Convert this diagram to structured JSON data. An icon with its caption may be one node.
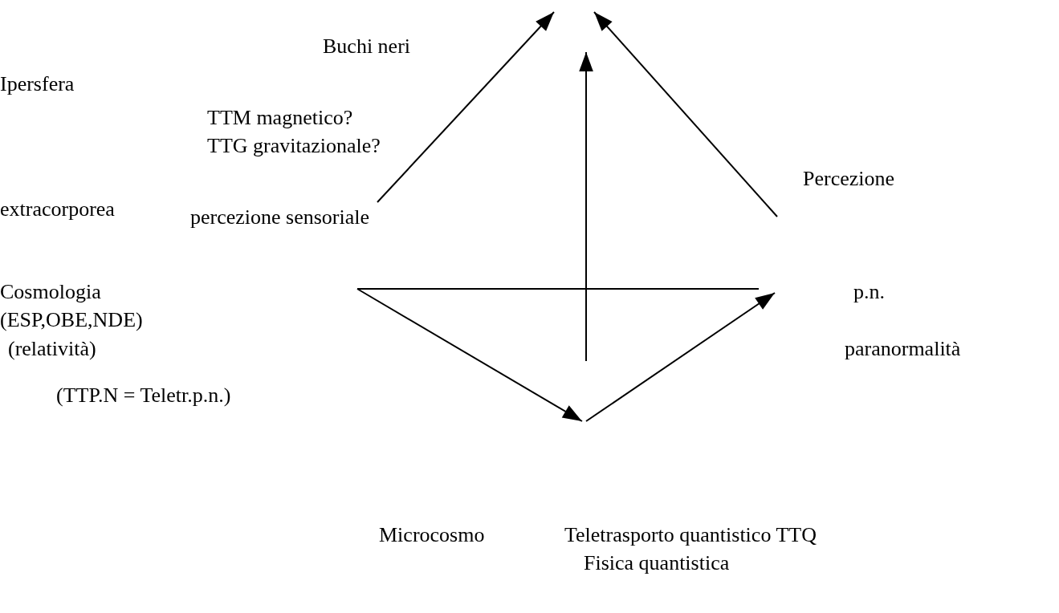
{
  "diagram": {
    "labels": [
      "Buchi neri",
      "Ipersfera",
      "TTM magnetico?",
      "TTG gravitazionale?",
      "Percezione extracorporea",
      "percezione sensoriale",
      "Cosmologia",
      "p.n.",
      "(ESP,OBE,NDE)",
      "(relatività)",
      "paranormalità",
      "(TTP.N = Teletr.p.n.)",
      "Microcosmo",
      "Teletrasporto quantistico TTQ",
      "Fisica quantistica"
    ]
  }
}
